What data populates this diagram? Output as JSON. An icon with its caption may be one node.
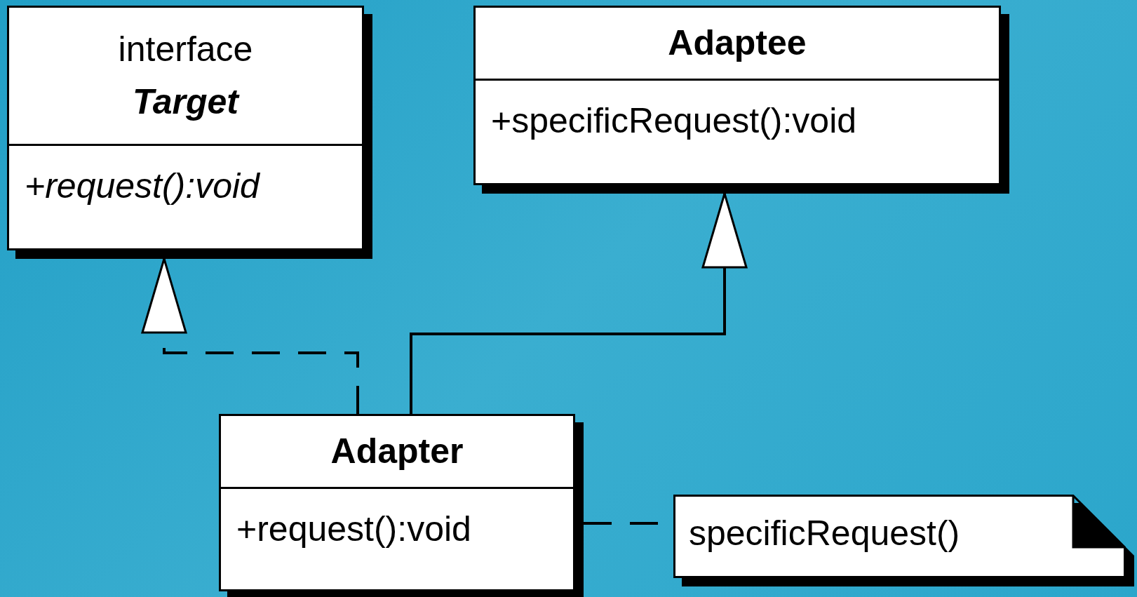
{
  "diagram": {
    "nodes": [
      {
        "text": [
          "interface",
          "Target",
          "+request():void"
        ]
      },
      {
        "text": [
          "Adaptee",
          "+specificRequest():void"
        ]
      },
      {
        "text": [
          "Adapter",
          "+request():void"
        ]
      },
      {
        "text": [
          "specificRequest()"
        ]
      }
    ],
    "edges": [
      {
        "from": 2,
        "to": 0,
        "arrow": "to",
        "style": "dashed"
      },
      {
        "from": 2,
        "to": 1,
        "arrow": "to"
      },
      {
        "from": 2,
        "to": 3,
        "arrow": "none",
        "style": "dashed"
      }
    ]
  }
}
